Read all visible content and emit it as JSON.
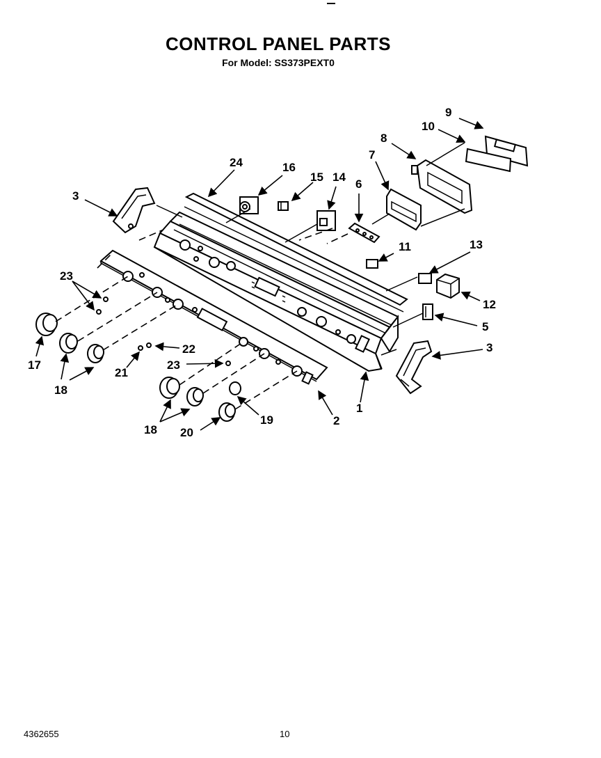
{
  "title": "CONTROL PANEL PARTS",
  "subtitle": "For Model: SS373PEXT0",
  "footer": {
    "code": "4362655",
    "page": "10"
  },
  "callouts": [
    {
      "id": "c1",
      "text": "1"
    },
    {
      "id": "c2",
      "text": "2"
    },
    {
      "id": "c3a",
      "text": "3"
    },
    {
      "id": "c3b",
      "text": "3"
    },
    {
      "id": "c5",
      "text": "5"
    },
    {
      "id": "c6",
      "text": "6"
    },
    {
      "id": "c7",
      "text": "7"
    },
    {
      "id": "c8",
      "text": "8"
    },
    {
      "id": "c9",
      "text": "9"
    },
    {
      "id": "c10",
      "text": "10"
    },
    {
      "id": "c11",
      "text": "11"
    },
    {
      "id": "c12",
      "text": "12"
    },
    {
      "id": "c13",
      "text": "13"
    },
    {
      "id": "c14",
      "text": "14"
    },
    {
      "id": "c15",
      "text": "15"
    },
    {
      "id": "c16",
      "text": "16"
    },
    {
      "id": "c17",
      "text": "17"
    },
    {
      "id": "c18a",
      "text": "18"
    },
    {
      "id": "c18b",
      "text": "18"
    },
    {
      "id": "c19",
      "text": "19"
    },
    {
      "id": "c20",
      "text": "20"
    },
    {
      "id": "c21",
      "text": "21"
    },
    {
      "id": "c22",
      "text": "22"
    },
    {
      "id": "c23a",
      "text": "23"
    },
    {
      "id": "c23b",
      "text": "23"
    },
    {
      "id": "c24",
      "text": "24"
    }
  ]
}
